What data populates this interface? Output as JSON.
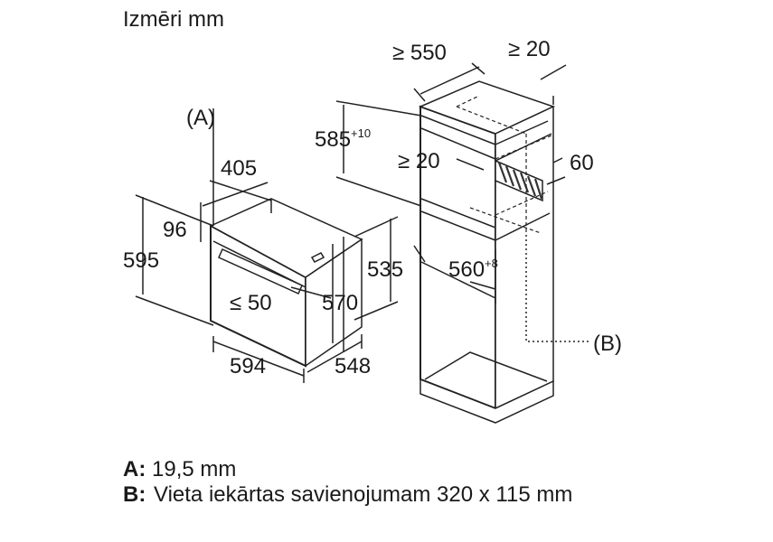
{
  "title": "Izmēri mm",
  "oven": {
    "dim_width": "594",
    "dim_depth": "548",
    "dim_height": "595",
    "dim_front_height": "96",
    "dim_top_depth": "405",
    "dim_cavity_height": "570",
    "dim_handle": "≤ 50",
    "marker_a": "(A)"
  },
  "cabinet": {
    "dim_width": "≥ 550",
    "dim_side_gap": "≥ 20",
    "dim_inner_gap": "≥ 20",
    "dim_height_base": "585",
    "dim_height_sup": "+10",
    "dim_vent": "60",
    "dim_niche_height": "535",
    "dim_niche_width_base": "560",
    "dim_niche_width_sup": "+8",
    "marker_b": "(B)"
  },
  "legend": {
    "a_key": "A:",
    "a_text": "19,5 mm",
    "b_key": "B:",
    "b_text": "Vieta iekārtas savienojumam 320 x 115 mm"
  }
}
